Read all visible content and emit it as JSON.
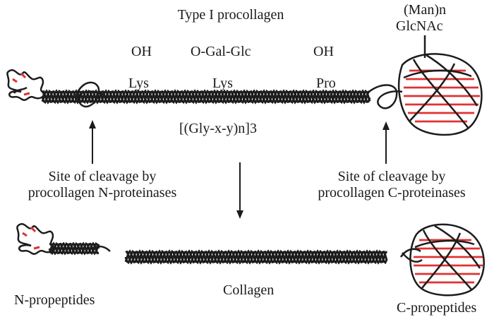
{
  "labels": {
    "title": "Type I procollagen",
    "man": "(Man)n",
    "glcnac": "GlcNAc",
    "oh_left": "OH",
    "ogalglc": "O-Gal-Glc",
    "oh_right": "OH",
    "lys_left": "Lys",
    "lys_mid": "Lys",
    "pro": "Pro",
    "repeat": "[(Gly-x-y)n]3",
    "site_n_line1": "Site of cleavage by",
    "site_n_line2": "procollagen N-proteinases",
    "site_c_line1": "Site of cleavage by",
    "site_c_line2": "procollagen C-proteinases",
    "n_propeptides": "N-propeptides",
    "collagen": "Collagen",
    "c_propeptides": "C-propeptides"
  },
  "colors": {
    "strand": "#1c1c1c",
    "accent": "#e03131"
  }
}
